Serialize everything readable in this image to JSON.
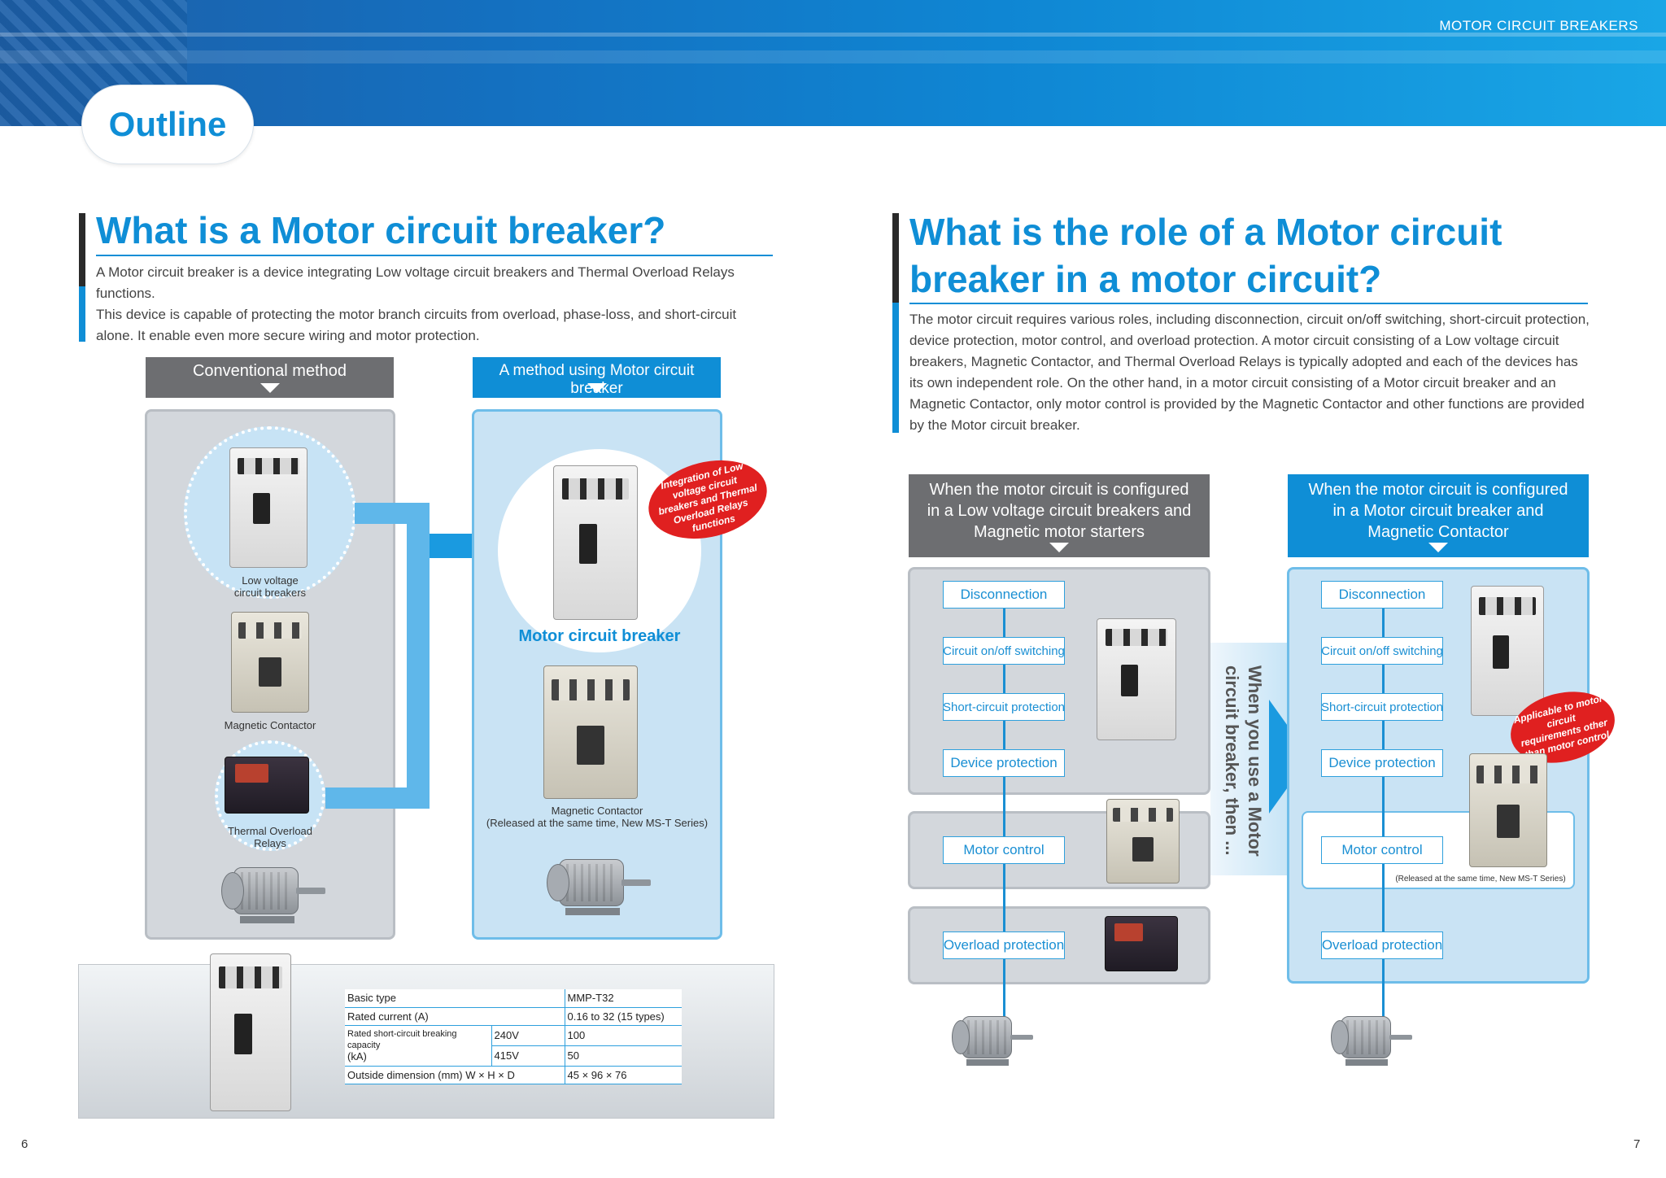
{
  "header": {
    "label": "MOTOR CIRCUIT BREAKERS",
    "outline": "Outline"
  },
  "left": {
    "title": "What is a Motor circuit breaker?",
    "para1": "A Motor circuit breaker is a device integrating Low voltage circuit breakers and Thermal Overload Relays functions.",
    "para2": "This device is capable of protecting the motor branch circuits from overload, phase-loss, and short-circuit alone. It enable even more secure wiring and motor protection.",
    "conventional_label": "Conventional method",
    "mcb_method_label": "A method using Motor circuit breaker",
    "low_voltage_caption": "Low voltage\ncircuit breakers",
    "magnetic_contactor_caption": "Magnetic Contactor",
    "thermal_caption": "Thermal Overload\nRelays",
    "mcb_caption": "Motor circuit breaker",
    "mc_right_caption": "Magnetic Contactor\n(Released at the same time, New MS-T Series)",
    "badge": "Integration of Low voltage circuit breakers and Thermal Overload Relays functions",
    "spec": {
      "basic_type_label": "Basic type",
      "basic_type_value": "MMP-T32",
      "rated_current_label": "Rated current (A)",
      "rated_current_value": "0.16 to 32 (15 types)",
      "breaking_label": "Rated short-circuit breaking capacity",
      "breaking_unit": "(kA)",
      "v240": "240V",
      "v240_value": "100",
      "v415": "415V",
      "v415_value": "50",
      "dim_label": "Outside dimension (mm) W × H × D",
      "dim_value": "45 × 96 × 76"
    },
    "page_number": "6"
  },
  "right": {
    "title_line1": "What is the role of a Motor circuit",
    "title_line2": "breaker in a motor circuit?",
    "para": "The motor circuit requires various roles, including disconnection, circuit on/off switching, short-circuit protection, device protection, motor control, and overload protection. A motor circuit consisting of a Low voltage circuit breakers, Magnetic Contactor, and Thermal Overload Relays is typically adopted and each of the devices has its own independent role. On the other hand, in a motor circuit consisting of a Motor circuit breaker and an Magnetic Contactor, only motor control is provided by the Magnetic Contactor and other functions are provided by the Motor circuit breaker.",
    "left_header": "When the motor circuit is configured in a Low voltage circuit breakers and Magnetic motor starters",
    "right_header": "When the motor circuit is configured in a Motor circuit breaker and Magnetic Contactor",
    "roles": {
      "disconnection": "Disconnection",
      "switching": "Circuit on/off switching",
      "short_circuit": "Short-circuit protection",
      "device": "Device protection",
      "motor_control": "Motor control",
      "overload": "Overload protection"
    },
    "arrow_text": "When you use a Motor circuit breaker, then ...",
    "badge": "Applicable to motor circuit requirements other than motor control",
    "released_note": "(Released at the same time, New MS-T Series)",
    "page_number": "7"
  },
  "colors": {
    "accent": "#0f8ed6",
    "gray_header": "#6d6e71",
    "badge_red": "#e02020"
  }
}
